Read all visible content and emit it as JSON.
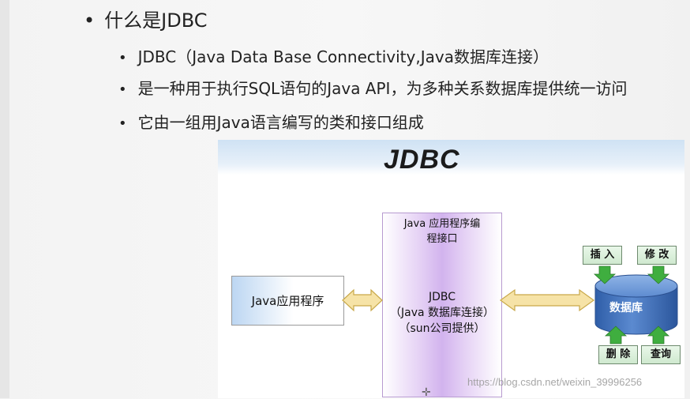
{
  "slide": {
    "heading": "什么是JDBC",
    "bullets": [
      "JDBC（Java Data Base Connectivity,Java数据库连接）",
      "是一种用于执行SQL语句的Java API，为多种关系数据库提供统一访问",
      "它由一组用Java语言编写的类和接口组成"
    ]
  },
  "diagram": {
    "title": "JDBC",
    "app_box": "Java应用程序",
    "api_title": [
      "Java 应用程序编",
      "程接口"
    ],
    "jdbc_lines": [
      "JDBC",
      "（Java 数据库连接）",
      "（sun公司提供）"
    ],
    "db_label": "数据库",
    "db_ops": {
      "insert": "插 入",
      "modify": "修 改",
      "delete": "删 除",
      "query": "查询"
    }
  },
  "watermark": "https://blog.csdn.net/weixin_39996256",
  "colors": {
    "db_cylinder": "#3f6fb8",
    "api_column": "#d2b3ee",
    "arrow_fill": "#f6e3a7",
    "arrow_stroke": "#c9a94a"
  }
}
